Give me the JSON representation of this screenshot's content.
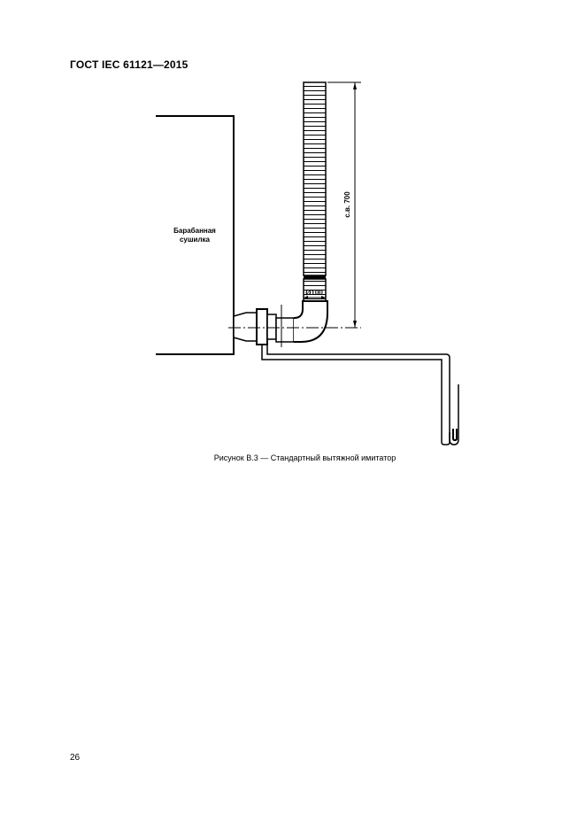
{
  "header": {
    "standard": "ГОСТ IEC 61121—2015"
  },
  "figure": {
    "dryer_label_line1": "Барабанная",
    "dryer_label_line2": "сушилка",
    "dimension_height": "с.в. 700",
    "dimension_diameter": "Ø100",
    "caption": "Рисунок В.3 — Стандартный вытяжной имитатор"
  },
  "footer": {
    "page_number": "26"
  }
}
